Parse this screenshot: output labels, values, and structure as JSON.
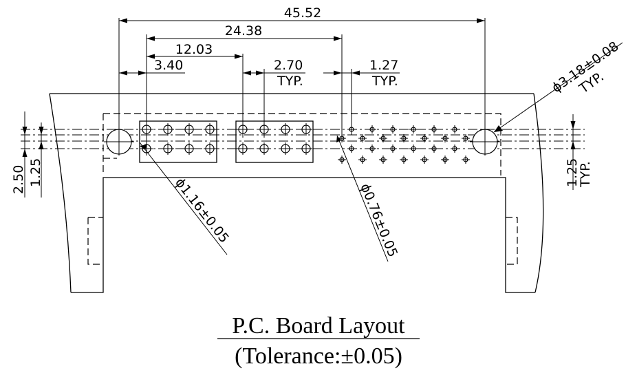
{
  "dimensions": {
    "overall_pitch": "45.52",
    "array_span": "24.38",
    "block_span": "12.03",
    "hole_offset": "3.40",
    "pitch_270": "2.70",
    "pitch_270_note": "TYP.",
    "pitch_127": "1.27",
    "pitch_127_note": "TYP.",
    "mount_hole": "ϕ3.18±0.08",
    "mount_hole_note": "TYP.",
    "left_250": "2.50",
    "left_125": "1.25",
    "right_125": "1.25",
    "right_125_note": "TYP.",
    "hole_116": "ϕ1.16±0.05",
    "hole_076": "ϕ0.76±0.05"
  },
  "caption": {
    "title": "P.C. Board Layout",
    "tolerance": "(Tolerance:±0.05)"
  }
}
